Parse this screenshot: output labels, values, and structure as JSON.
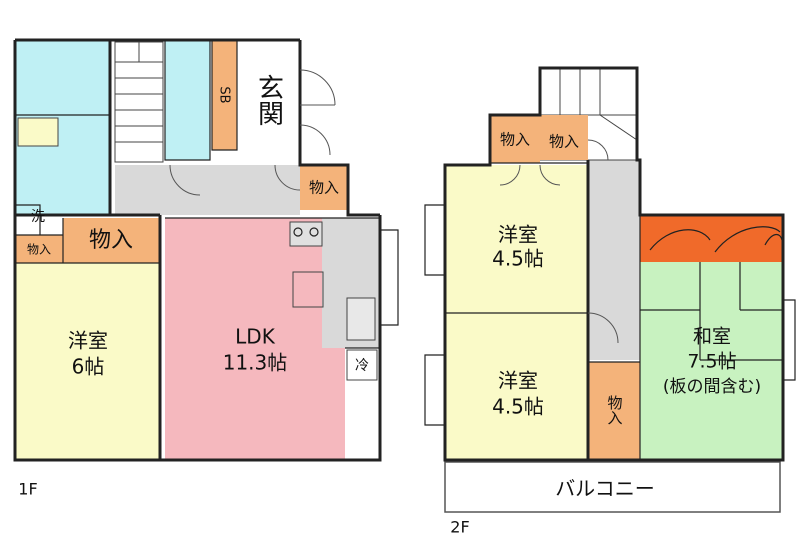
{
  "floors": {
    "first": {
      "label": "1F",
      "rooms": {
        "genkan": "玄関",
        "sb": "SB",
        "closet_hall": "物入",
        "wash": "洗",
        "closet_small": "物入",
        "closet_large": "物入",
        "youshitsu": "洋室",
        "youshitsu_size": "6帖",
        "ldk": "LDK",
        "ldk_size": "11.3帖",
        "fridge": "冷"
      }
    },
    "second": {
      "label": "2F",
      "rooms": {
        "closet_a": "物入",
        "closet_b": "物入",
        "youshitsu_upper": "洋室",
        "youshitsu_upper_size": "4.5帖",
        "youshitsu_lower": "洋室",
        "youshitsu_lower_size": "4.5帖",
        "closet_side": "物入",
        "washitsu": "和室",
        "washitsu_size": "7.5帖",
        "washitsu_note": "(板の間含む)",
        "balcony": "バルコニー"
      }
    }
  },
  "colors": {
    "bath": "#bff0f4",
    "washroom": "#bff0f4",
    "toilet": "#bff0f4",
    "closet": "#f4b37a",
    "youshitsu": "#fafac8",
    "ldk": "#f5b8be",
    "washitsu": "#c8f2c0",
    "itanoma": "#f06a2a",
    "corridor": "#d9d9d9",
    "wall": "#222222"
  }
}
